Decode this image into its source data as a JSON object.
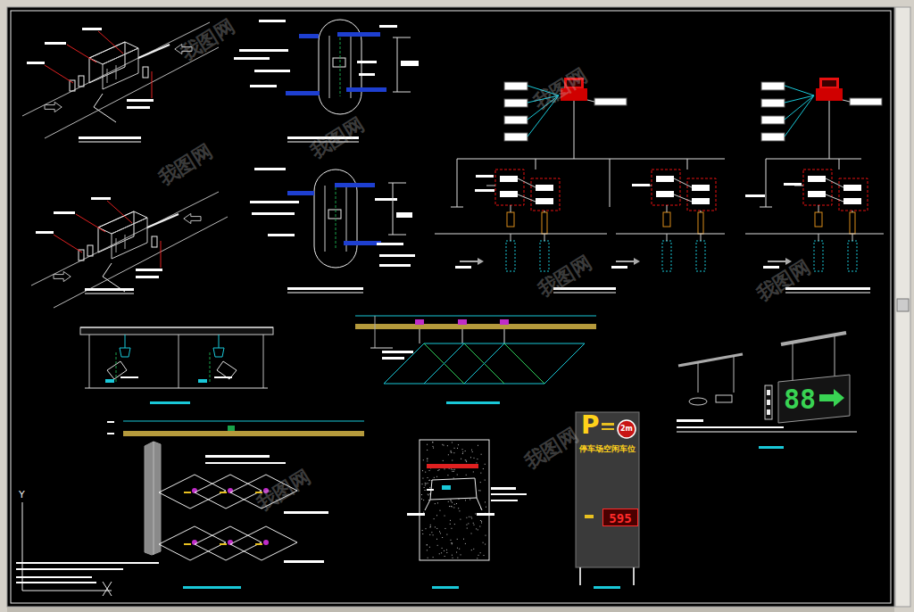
{
  "diagram": {
    "nodes": [
      {
        "text": [
          "P",
          "停车场空闲车位"
        ]
      },
      {
        "text": [
          "2m"
        ],
        "in": 0
      },
      {
        "text": [
          "595"
        ],
        "in": 0
      },
      {
        "text": [
          "88"
        ]
      }
    ],
    "labels": [
      "我图网",
      "我图网",
      "我图网",
      "我图网",
      "我图网",
      "我图网",
      "我图网",
      "我图网",
      "Y"
    ]
  }
}
